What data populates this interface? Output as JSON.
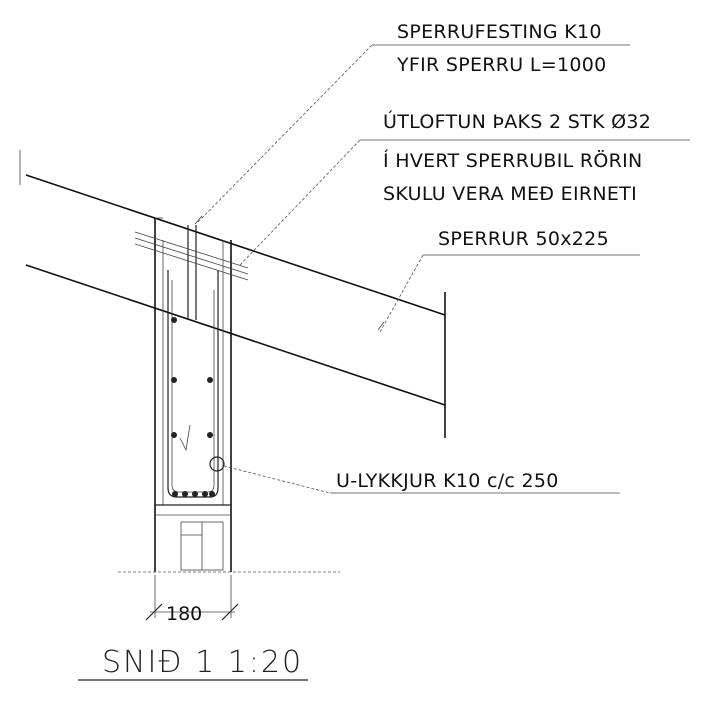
{
  "labels": {
    "rafter_fixing_line1": "SPERRUFESTING K10",
    "rafter_fixing_line2": "YFIR SPERRU L=1000",
    "ventilation_line1": "ÚTLOFTUN ÞAKS 2 STK Ø32",
    "ventilation_line2": "Í HVERT SPERRUBIL RÖRIN",
    "ventilation_line3": "SKULU VERA MEÐ EIRNETI",
    "rafters": "SPERRUR 50x225",
    "u_loops": "U-LYKKJUR K10 c/c 250"
  },
  "dimension": {
    "width": "180"
  },
  "title": "SNIÐ 1 1:20"
}
